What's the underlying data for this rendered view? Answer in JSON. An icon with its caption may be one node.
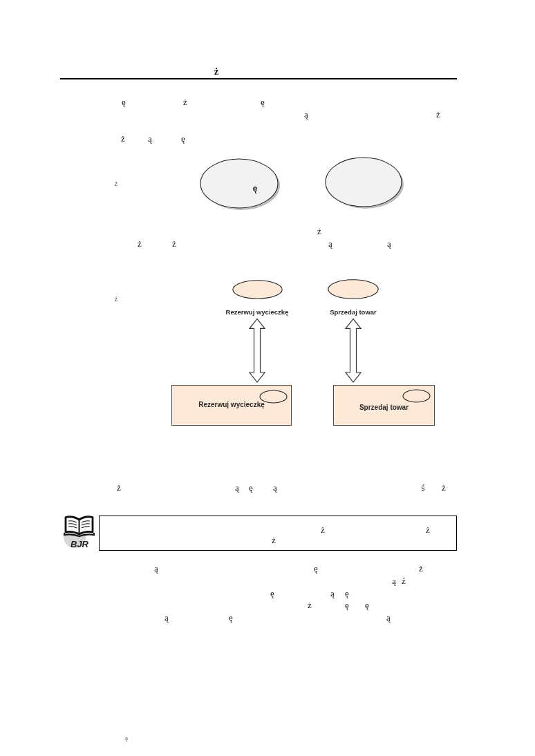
{
  "diagram": {
    "title": "ż",
    "nodes": [
      {
        "text": [
          "ę"
        ]
      },
      {
        "text": [],
        "shape": "ellipse"
      },
      {
        "text": [
          "Rezerwuj wycieczkę"
        ]
      },
      {
        "text": [
          "Sprzedaj towar"
        ]
      },
      {
        "text": [
          "Rezerwuj wycieczkę"
        ]
      },
      {
        "text": [],
        "shape": "ellipse",
        "in": 4
      },
      {
        "text": [
          "Sprzedaj towar"
        ]
      },
      {
        "text": [],
        "shape": "ellipse",
        "in": 6
      },
      {
        "text": [
          "ż",
          "ż",
          "ż"
        ]
      }
    ],
    "edges": [
      {
        "from": 2,
        "to": 4,
        "arrow": "both"
      },
      {
        "from": 3,
        "to": 6,
        "arrow": "both"
      }
    ],
    "labels": [
      "ę",
      "ż",
      "ę",
      "ą",
      "ż",
      "ż",
      "ą",
      "ę",
      "ż",
      "ż",
      "ż",
      "ż",
      "ą",
      "ą",
      "ż",
      "ż",
      "ą",
      "ę",
      "ą",
      "ś",
      "ż",
      "BJR",
      "ą",
      "ę",
      "ż",
      "ą",
      "ź",
      "ę",
      "ą",
      "ę",
      "ż",
      "ę",
      "ę",
      "ą",
      "ę",
      "ą",
      "ę"
    ]
  }
}
